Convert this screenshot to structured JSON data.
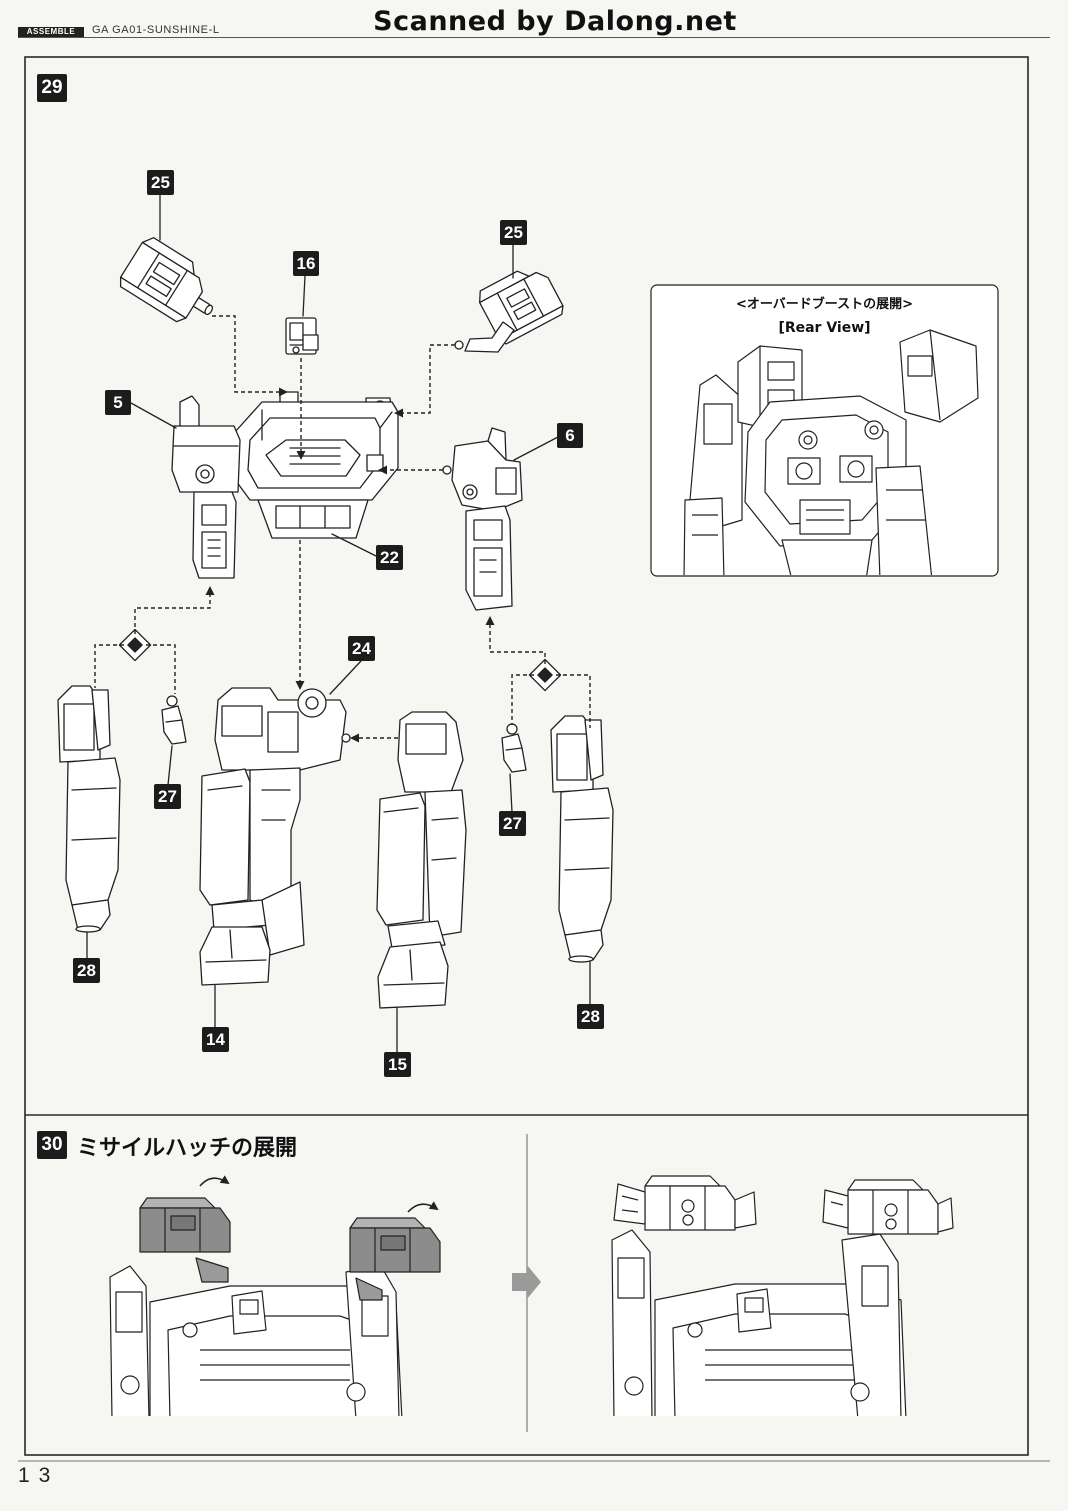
{
  "header": {
    "badge": "ASSEMBLE",
    "model": "GA GA01-SUNSHINE-L",
    "watermark": "Scanned by Dalong.net"
  },
  "step29": {
    "number": "29",
    "callouts": [
      "25",
      "16",
      "25",
      "5",
      "6",
      "22",
      "24",
      "27",
      "27",
      "28",
      "28",
      "14",
      "15"
    ],
    "inset": {
      "title": "<オーバードブーストの展開>",
      "subtitle": "[Rear View]"
    }
  },
  "step30": {
    "number": "30",
    "title": "ミサイルハッチの展開"
  },
  "footer": {
    "page": "13"
  }
}
